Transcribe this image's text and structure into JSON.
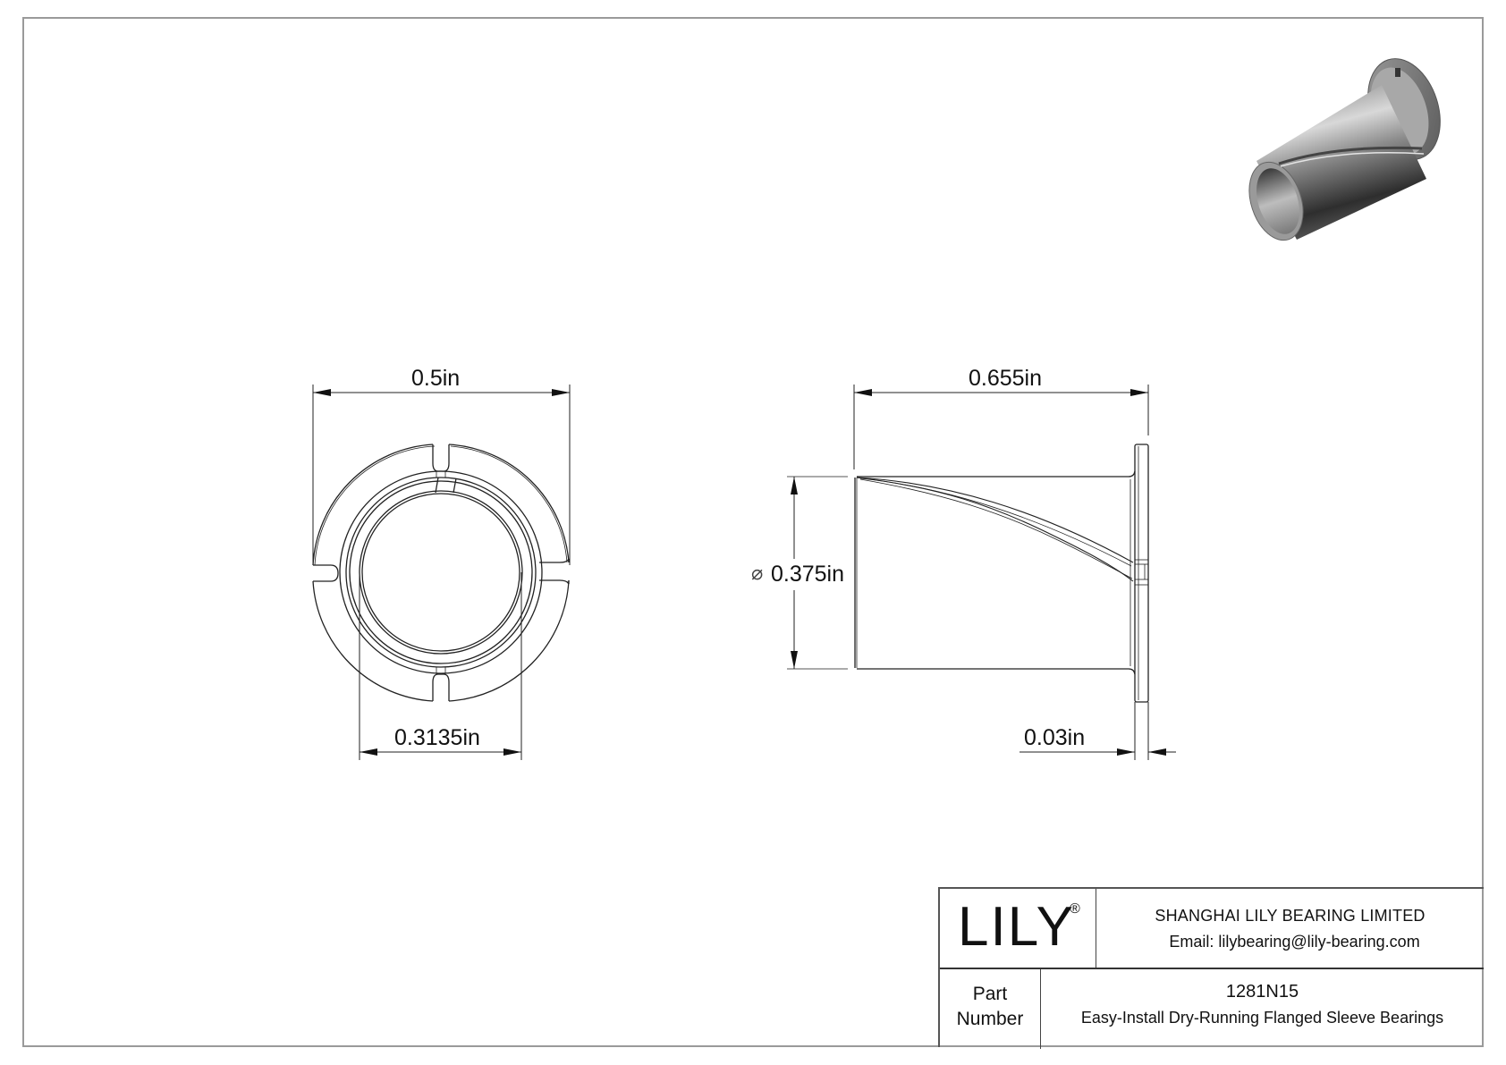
{
  "drawing": {
    "front_view": {
      "outer_diameter_label": "0.5in",
      "inner_diameter_label": "0.3135in"
    },
    "side_view": {
      "length_label": "0.655in",
      "diameter_symbol": "⌀",
      "diameter_label": "0.375in",
      "flange_thickness_label": "0.03in"
    },
    "iso_view": {
      "icon": "flanged-sleeve-bearing-3d-render"
    }
  },
  "title_block": {
    "logo": "LILY",
    "logo_registered": "®",
    "company_name": "SHANGHAI LILY BEARING LIMITED",
    "company_email": "Email: lilybearing@lily-bearing.com",
    "part_label_line1": "Part",
    "part_label_line2": "Number",
    "part_number": "1281N15",
    "part_description": "Easy-Install Dry-Running Flanged Sleeve Bearings"
  },
  "colors": {
    "line": "#222222",
    "border": "#9a9a9a",
    "metal_dark": "#3c3c3c",
    "metal_mid": "#8a8a8a",
    "metal_light": "#d6d6d6"
  }
}
